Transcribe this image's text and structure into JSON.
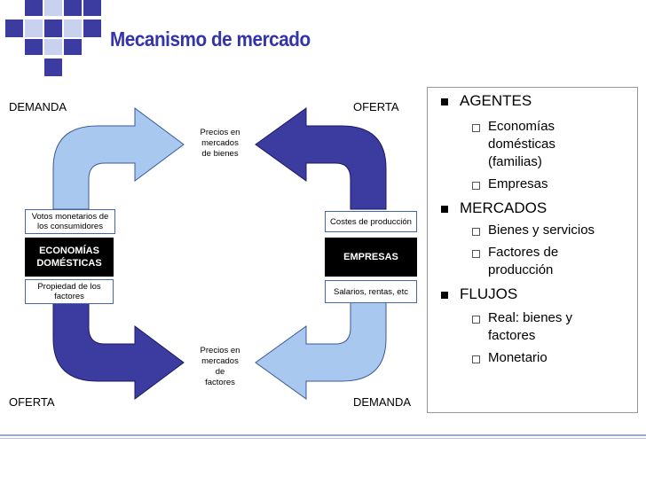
{
  "slide": {
    "title": "Mecanismo de mercado"
  },
  "colors": {
    "title": "#3333aa",
    "dark_blue": "#3b3ba0",
    "light_blue": "#a8c8f0",
    "accent_square": "#3b3ba0"
  },
  "diagram": {
    "corner_labels": {
      "top_left": "DEMANDA",
      "top_right": "OFERTA",
      "bottom_left": "OFERTA",
      "bottom_right": "DEMANDA"
    },
    "top_circle": [
      "Precios en",
      "mercados",
      "de bienes"
    ],
    "bottom_circle": [
      "Precios en",
      "mercados",
      "de",
      "factores"
    ],
    "left": {
      "top_box": [
        "Votos monetarios de",
        "los consumidores"
      ],
      "main_box": [
        "ECONOMÍAS",
        "DOMÉSTICAS"
      ],
      "bottom_box": [
        "Propiedad de los",
        "factores"
      ]
    },
    "right": {
      "top_box": "Costes de producción",
      "main_box": "EMPRESAS",
      "bottom_box": "Salarios, rentas, etc"
    }
  },
  "outline": {
    "items": [
      {
        "label": "AGENTES",
        "children": [
          [
            "Economías",
            "domésticas",
            "(familias)"
          ],
          [
            "Empresas"
          ]
        ]
      },
      {
        "label": "MERCADOS",
        "children": [
          [
            "Bienes y servicios"
          ],
          [
            "Factores de",
            "producción"
          ]
        ]
      },
      {
        "label": "FLUJOS",
        "children": [
          [
            "Real: bienes y",
            "factores"
          ],
          [
            "Monetario"
          ]
        ]
      }
    ]
  }
}
